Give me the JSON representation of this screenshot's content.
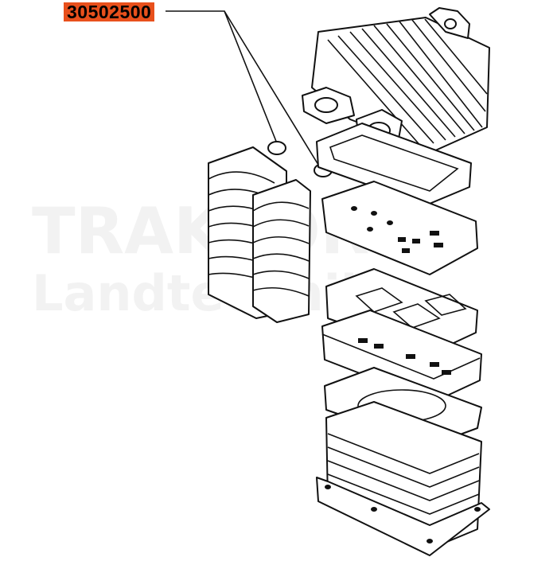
{
  "callout": {
    "part_number": "30502500",
    "label_color": "#e8501c"
  },
  "watermark": {
    "line1": "TRAKTOR",
    "line2": "Landtechnik"
  }
}
